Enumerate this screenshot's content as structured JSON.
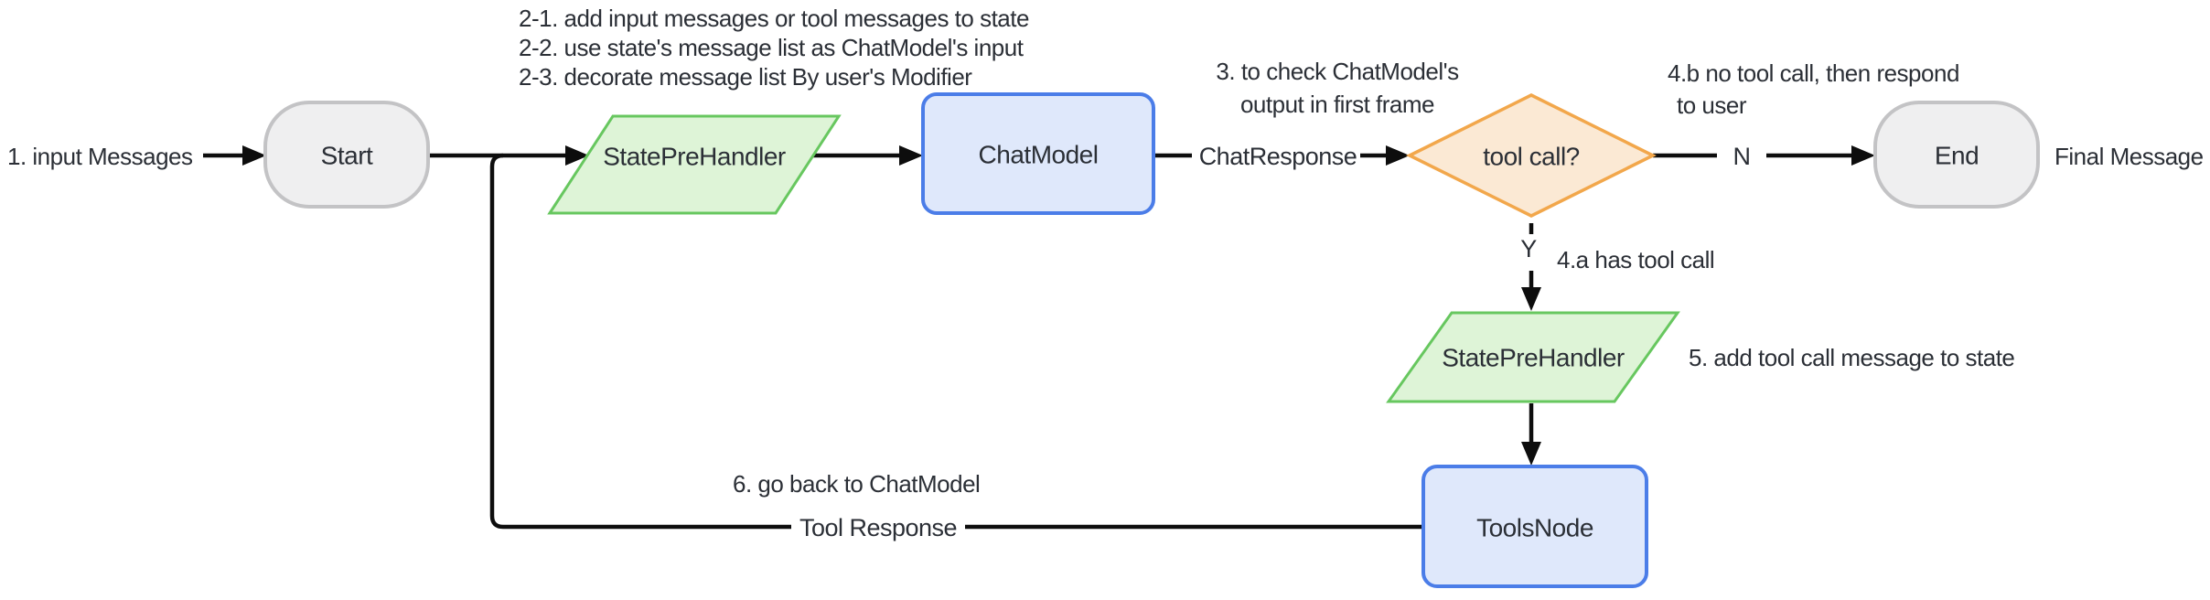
{
  "colors": {
    "background": "#ffffff",
    "edge": "#0d0d0d",
    "text": "#2b2f36",
    "green_fill": "#def4d7",
    "green_stroke": "#67c75f",
    "blue_fill": "#dfe8fb",
    "blue_stroke": "#4b7de8",
    "orange_fill": "#fbe9d4",
    "orange_stroke": "#f2a74b",
    "gray_fill": "#efeff0",
    "gray_stroke": "#c3c3c5"
  },
  "nodes": {
    "start": "Start",
    "state_pre_handler_top": "StatePreHandler",
    "chat_model": "ChatModel",
    "tool_call_decision": "tool call?",
    "end": "End",
    "state_pre_handler_bottom": "StatePreHandler",
    "tools_node": "ToolsNode"
  },
  "edge_labels": {
    "chat_response": "ChatResponse",
    "no_branch": "N",
    "yes_branch": "Y",
    "tool_response": "Tool Response"
  },
  "annotations": {
    "step1": "1. input Messages",
    "step2_line1": "2-1. add input messages or tool messages to state",
    "step2_line2": "2-2. use state's message list as ChatModel's input",
    "step2_line3": "2-3. decorate message list By user's Modifier",
    "step3_line1": "3. to check ChatModel's",
    "step3_line2": "output in first frame",
    "step4b_line1": "4.b no tool call, then respond",
    "step4b_line2": "to user",
    "step4a": "4.a has tool call",
    "step5": "5. add tool call message to state",
    "step6": "6. go back to ChatModel",
    "final_message": "Final Message"
  }
}
